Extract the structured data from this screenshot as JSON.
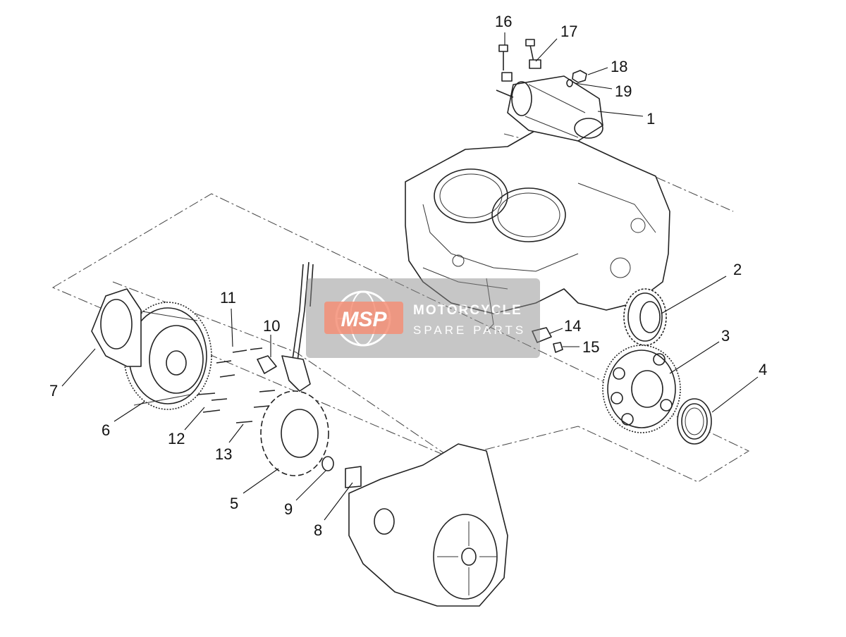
{
  "callouts": [
    {
      "id": "1",
      "label": "1"
    },
    {
      "id": "2",
      "label": "2"
    },
    {
      "id": "3",
      "label": "3"
    },
    {
      "id": "4",
      "label": "4"
    },
    {
      "id": "5",
      "label": "5"
    },
    {
      "id": "6",
      "label": "6"
    },
    {
      "id": "7",
      "label": "7"
    },
    {
      "id": "8",
      "label": "8"
    },
    {
      "id": "9",
      "label": "9"
    },
    {
      "id": "10",
      "label": "10"
    },
    {
      "id": "11",
      "label": "11"
    },
    {
      "id": "12",
      "label": "12"
    },
    {
      "id": "13",
      "label": "13"
    },
    {
      "id": "14",
      "label": "14"
    },
    {
      "id": "15",
      "label": "15"
    },
    {
      "id": "16",
      "label": "16"
    },
    {
      "id": "17",
      "label": "17"
    },
    {
      "id": "18",
      "label": "18"
    },
    {
      "id": "19",
      "label": "19"
    }
  ],
  "watermark": {
    "logo_text": "MSP",
    "brand_line1": "MOTORCYCLE",
    "brand_line2": "SPARE PARTS",
    "logo_color": "#f26b4a",
    "panel_color": "#8a8a8a"
  }
}
